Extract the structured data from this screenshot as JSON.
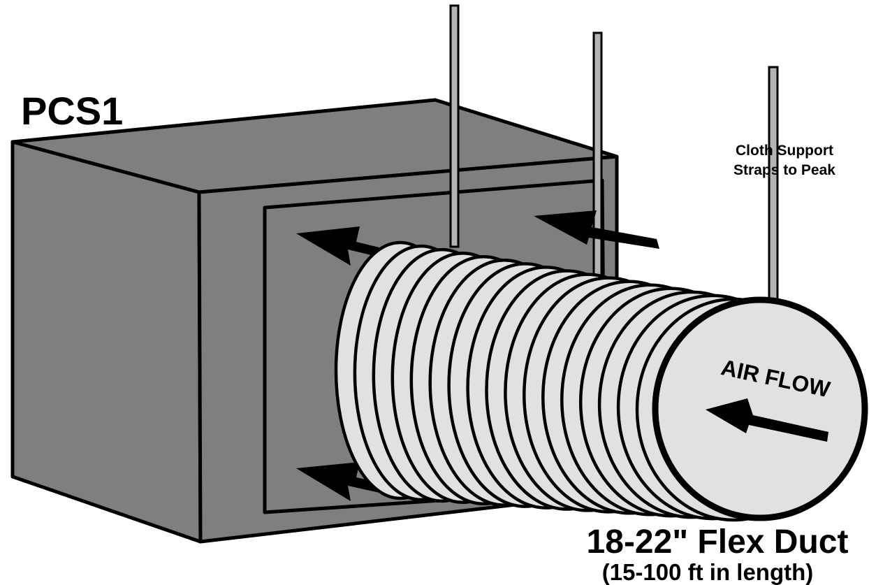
{
  "unit_label": "PCS1",
  "strap_label_line1": "Cloth Support",
  "strap_label_line2": "Straps to Peak",
  "airflow_label": "AIR FLOW",
  "duct_label": "18-22\" Flex Duct",
  "duct_length_label": "(15-100 ft in length)",
  "colors": {
    "box_fill": "#7f7f7f",
    "duct_fill": "#e1e1e1",
    "strap_fill": "#b4b4b4",
    "outline": "#000000"
  },
  "icons": [
    "arrow-icon"
  ]
}
